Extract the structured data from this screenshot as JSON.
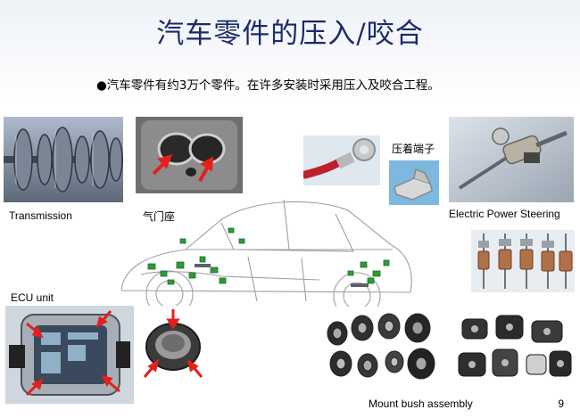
{
  "slide": {
    "title": "汽车零件的压入/咬合",
    "bullet": "●汽车零件有约3万个零件。在许多安装时采用压入及咬合工程。",
    "page_number": "9"
  },
  "captions": {
    "transmission": "Transmission",
    "valve_seat": "气门座",
    "crimp_terminal": "压着端子",
    "eps": "Electric Power Steering",
    "ecu": "ECU  unit",
    "mount_bush": "Mount bush assembly"
  },
  "colors": {
    "title": "#1b2a6b",
    "arrow_red": "#e3201b",
    "part_green": "#2e9a3a"
  }
}
